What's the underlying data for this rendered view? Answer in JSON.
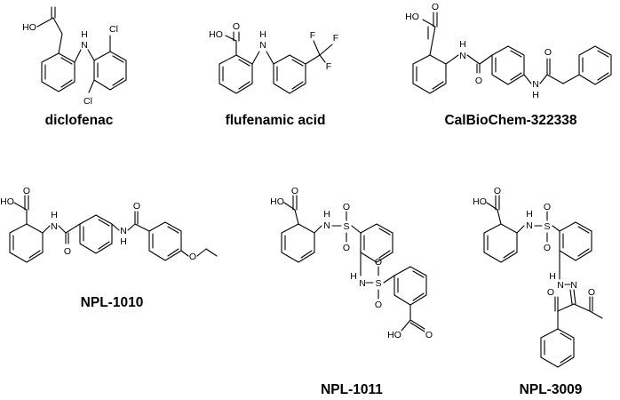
{
  "compounds": [
    {
      "name": "diclofenac",
      "atoms": {
        "oh": "HO",
        "h": "H",
        "n": "N",
        "cl1": "Cl",
        "cl2": "Cl"
      }
    },
    {
      "name": "flufenamic acid",
      "atoms": {
        "o": "O",
        "ho": "HO",
        "h": "H",
        "n": "N",
        "f1": "F",
        "f2": "F",
        "f3": "F"
      }
    },
    {
      "name": "CalBioChem-322338",
      "atoms": {
        "o1": "O",
        "ho": "HO",
        "h1": "H",
        "n1": "N",
        "o2": "O",
        "o3": "O",
        "n2": "N",
        "h2": "H"
      }
    },
    {
      "name": "NPL-1010",
      "atoms": {
        "o1": "O",
        "ho": "HO",
        "h1": "H",
        "n1": "N",
        "o2": "O",
        "n2": "N",
        "h2": "H",
        "o3": "O",
        "o4": "O"
      }
    },
    {
      "name": "NPL-1011",
      "atoms": {
        "o1": "O",
        "ho": "HO",
        "h1": "H",
        "n1": "N",
        "s1": "S",
        "o2": "O",
        "o3": "O",
        "h2": "H",
        "n2": "N",
        "s2": "S",
        "o4": "O",
        "o5": "O",
        "o6": "O",
        "ho2": "HO"
      }
    },
    {
      "name": "NPL-3009",
      "atoms": {
        "o1": "O",
        "ho": "HO",
        "h1": "H",
        "n1": "N",
        "s1": "S",
        "o2": "O",
        "o3": "O",
        "h2": "H",
        "n2": "N",
        "n3": "N",
        "o4": "O",
        "o5": "O"
      }
    }
  ]
}
